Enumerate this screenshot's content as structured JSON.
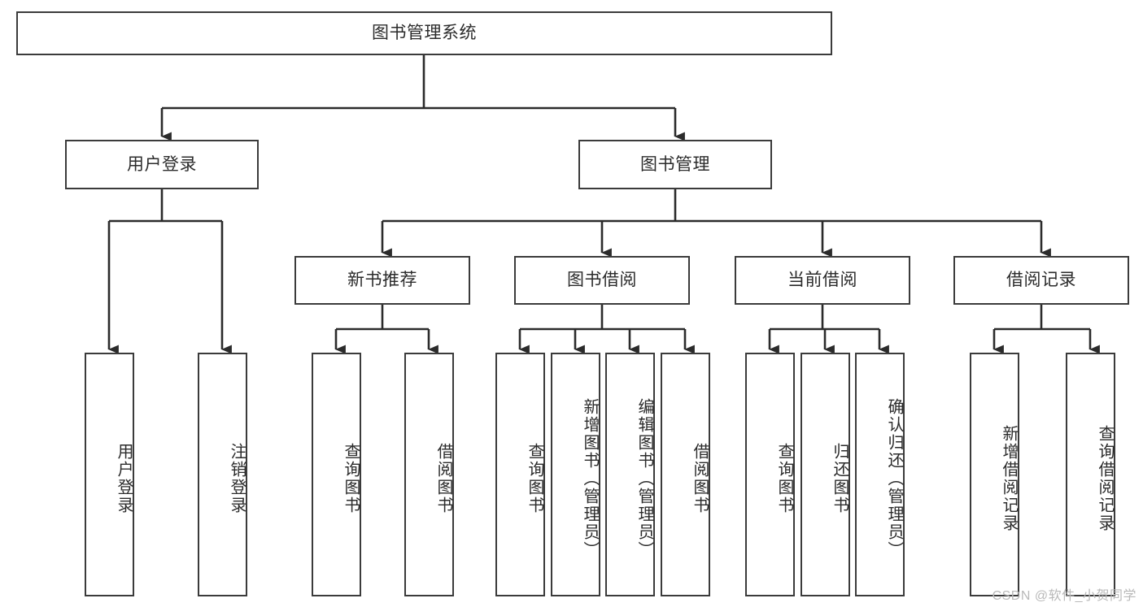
{
  "diagram": {
    "title_node": {
      "label": "图书管理系统"
    },
    "level2": [
      {
        "id": "user-login",
        "label": "用户登录"
      },
      {
        "id": "book-manage",
        "label": "图书管理"
      }
    ],
    "level3": [
      {
        "id": "new-book-recommend",
        "label": "新书推荐"
      },
      {
        "id": "book-borrow",
        "label": "图书借阅"
      },
      {
        "id": "current-borrow",
        "label": "当前借阅"
      },
      {
        "id": "borrow-record",
        "label": "借阅记录"
      }
    ],
    "leaves": {
      "user_login": [
        {
          "id": "leaf-user-login",
          "label": "用户登录"
        },
        {
          "id": "leaf-logout-login",
          "label": "注销登录"
        }
      ],
      "new_book_recommend": [
        {
          "id": "leaf-query-book-1",
          "label": "查询图书"
        },
        {
          "id": "leaf-borrow-book-1",
          "label": "借阅图书"
        }
      ],
      "book_borrow": [
        {
          "id": "leaf-query-book-2",
          "label": "查询图书"
        },
        {
          "id": "leaf-add-book",
          "label": "新增图书（管理员）"
        },
        {
          "id": "leaf-edit-book",
          "label": "编辑图书（管理员）"
        },
        {
          "id": "leaf-borrow-book-2",
          "label": "借阅图书"
        }
      ],
      "current_borrow": [
        {
          "id": "leaf-query-book-3",
          "label": "查询图书"
        },
        {
          "id": "leaf-return-book",
          "label": "归还图书"
        },
        {
          "id": "leaf-confirm-return",
          "label": "确认归还（管理员）"
        }
      ],
      "borrow_record": [
        {
          "id": "leaf-add-record",
          "label": "新增借阅记录"
        },
        {
          "id": "leaf-query-record",
          "label": "查询借阅记录"
        }
      ]
    },
    "watermark": "CSDN @软件_小贺同学",
    "colors": {
      "node_border": "#3b3b3b",
      "node_fill": "#ffffff",
      "edge": "#2b2b2b",
      "text": "#2b2b2b",
      "watermark": "#b9b9b9"
    }
  }
}
